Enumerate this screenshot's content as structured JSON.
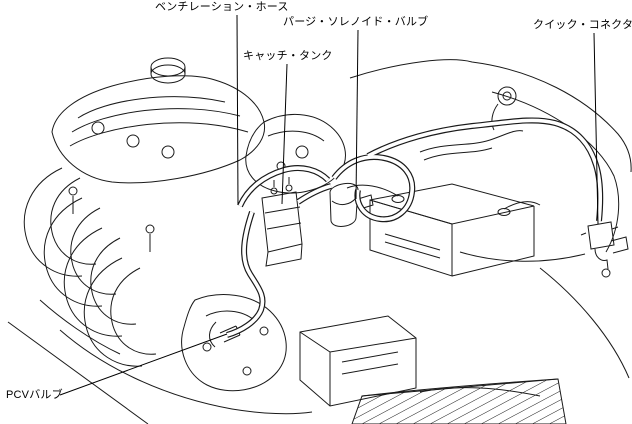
{
  "figure": {
    "type": "engine-compartment-line-diagram",
    "background_color": "#ffffff",
    "line_color": "#1a1a1a",
    "label_color": "#000000"
  },
  "labels": {
    "ventilation_hose": "ベンチレーション・ホース",
    "purge_solenoid_valve": "パージ・ソレノイド・バルブ",
    "catch_tank": "キャッチ・タンク",
    "quick_connector": "クイック・コネクタ",
    "pcv_valve": "PCVバルブ"
  }
}
